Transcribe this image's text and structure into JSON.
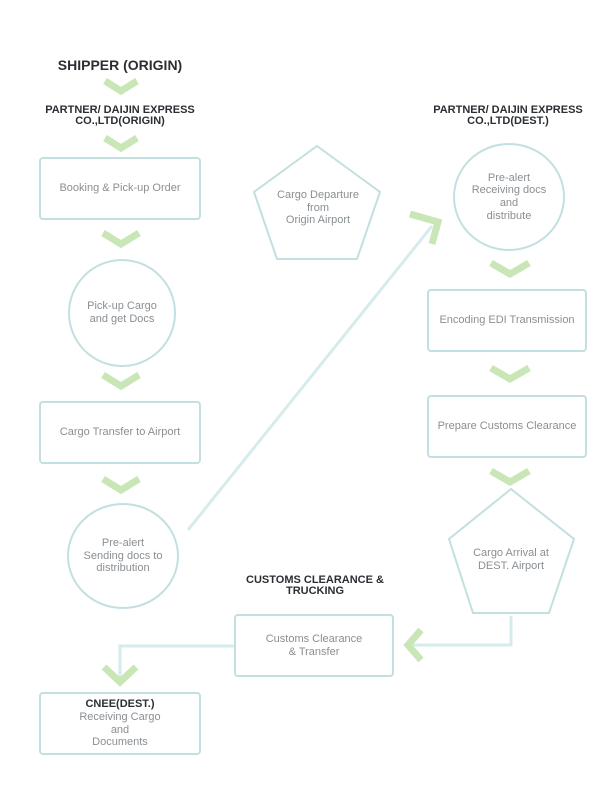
{
  "headings": {
    "shipper": "SHIPPER (ORIGIN)",
    "partner_origin": "PARTNER/ DAIJIN EXPRESS\nCO.,LTD(ORIGIN)",
    "partner_dest": "PARTNER/ DAIJIN EXPRESS\nCO.,LTD(DEST.)",
    "customs_trucking": "CUSTOMS CLEARANCE &\nTRUCKING"
  },
  "origin_steps": {
    "booking": "Booking & Pick-up Order",
    "pickup": "Pick-up Cargo\nand get Docs",
    "transfer": "Cargo Transfer to Airport",
    "prealert_send": "Pre-alert\nSending docs to\ndistribution"
  },
  "departure": "Cargo Departure\nfrom\nOrigin Airport",
  "dest_steps": {
    "prealert_receive": "Pre-alert\nReceiving docs\nand\ndistribute",
    "edi": "Encoding EDI Transmission",
    "customs_prepare": "Prepare Customs Clearance",
    "arrival": "Cargo Arrival at\nDEST. Airport"
  },
  "customs_transfer": "Customs Clearance\n& Transfer",
  "cnee": {
    "title": "CNEE(DEST.)",
    "body": "Receiving Cargo\nand\nDocuments"
  },
  "colors": {
    "box_border": "#c3dfe0",
    "chevron": "#c9e6b6",
    "connector": "#d6ecec",
    "text": "#8a8f93",
    "heading": "#2b2f33"
  }
}
